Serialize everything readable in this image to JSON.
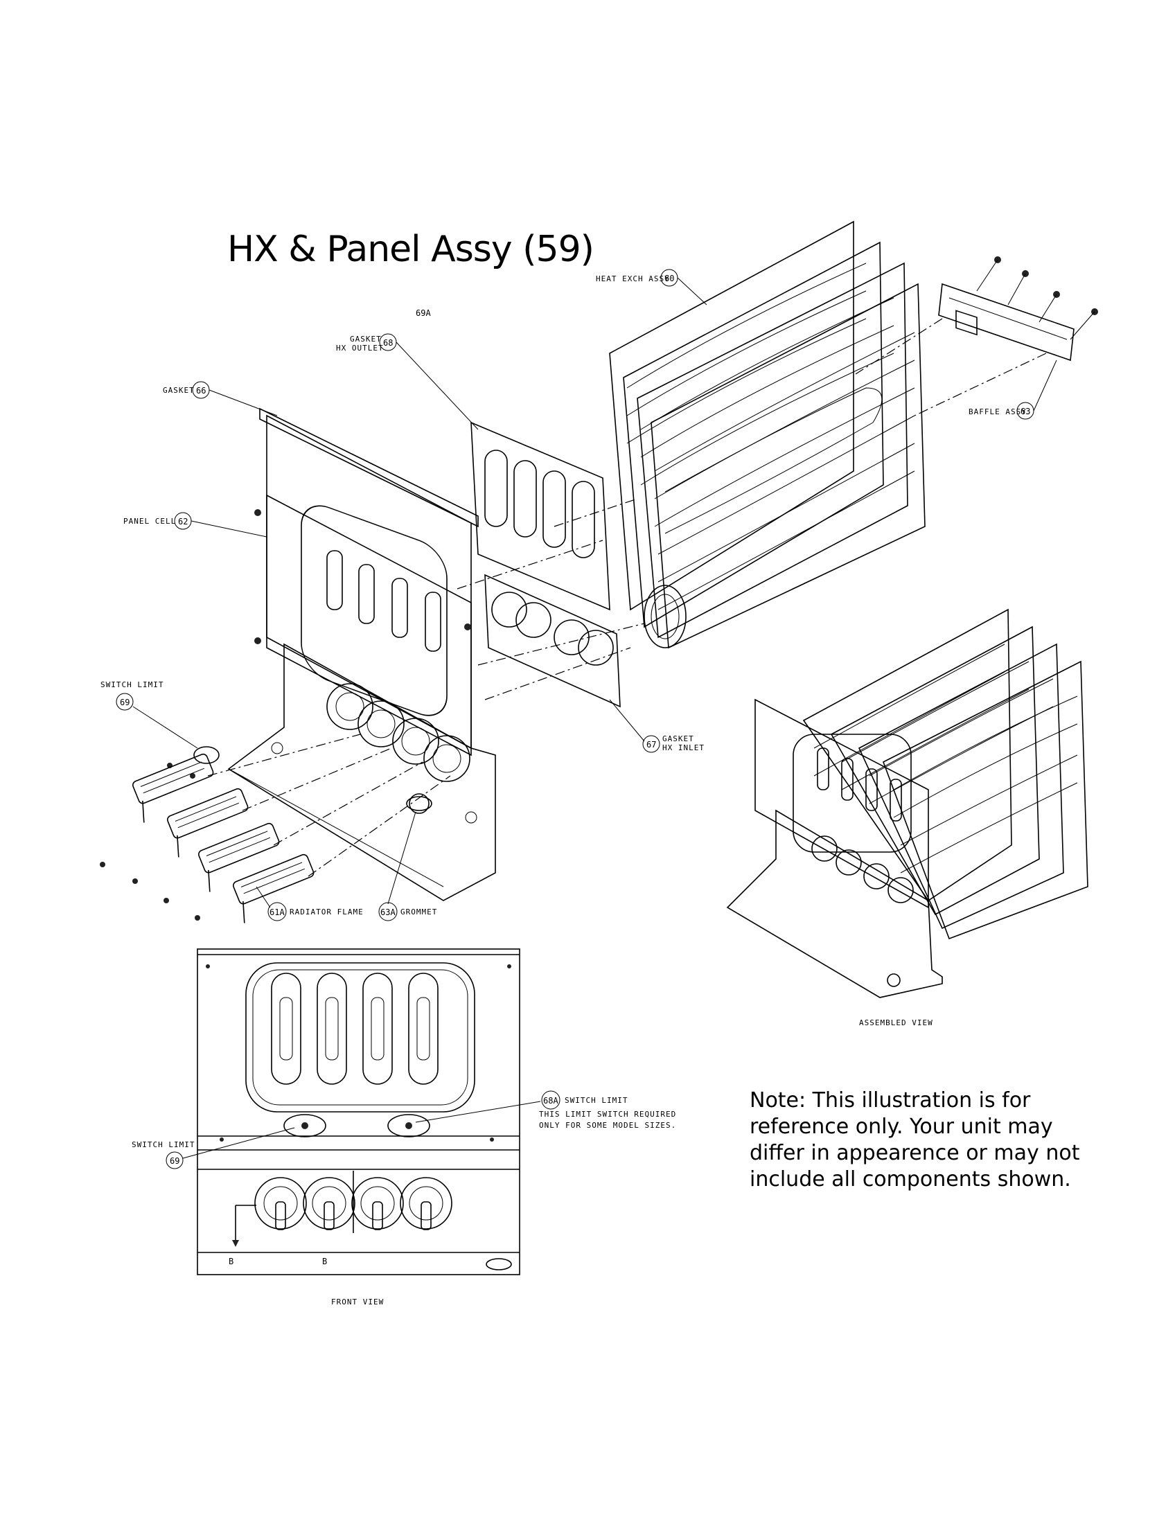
{
  "title": "HX & Panel Assy (59)",
  "note": "Note: This illustration is for reference only. Your unit may differ in appearence or may not include all components shown.",
  "callouts": {
    "heat_exch": {
      "label": "HEAT EXCH ASSY",
      "num": "60"
    },
    "baffle": {
      "label": "BAFFLE ASSY",
      "num": "63"
    },
    "gasket_top": {
      "label": "GASKET",
      "num": "66"
    },
    "gasket_outlet": {
      "label1": "GASKET",
      "label2": "HX OUTLET",
      "num": "68"
    },
    "ref_69a": "69A",
    "panel_cell": {
      "label": "PANEL CELL",
      "num": "62"
    },
    "switch_limit_upper": {
      "label": "SWITCH LIMIT",
      "num": "69"
    },
    "gasket_inlet": {
      "label1": "GASKET",
      "label2": "HX INLET",
      "num": "67"
    },
    "radiator_flame": {
      "label": "RADIATOR FLAME",
      "num": "61A"
    },
    "grommet": {
      "label": "GROMMET",
      "num": "63A"
    },
    "switch_limit_68a": {
      "num": "68A",
      "label": "SWITCH LIMIT",
      "line1": "THIS LIMIT SWITCH REQUIRED",
      "line2": "ONLY FOR SOME MODEL SIZES."
    },
    "switch_limit_front": {
      "label": "SWITCH LIMIT",
      "num": "69"
    }
  },
  "views": {
    "assembled": "ASSEMBLED VIEW",
    "front": "FRONT VIEW",
    "section_mark": "B"
  }
}
